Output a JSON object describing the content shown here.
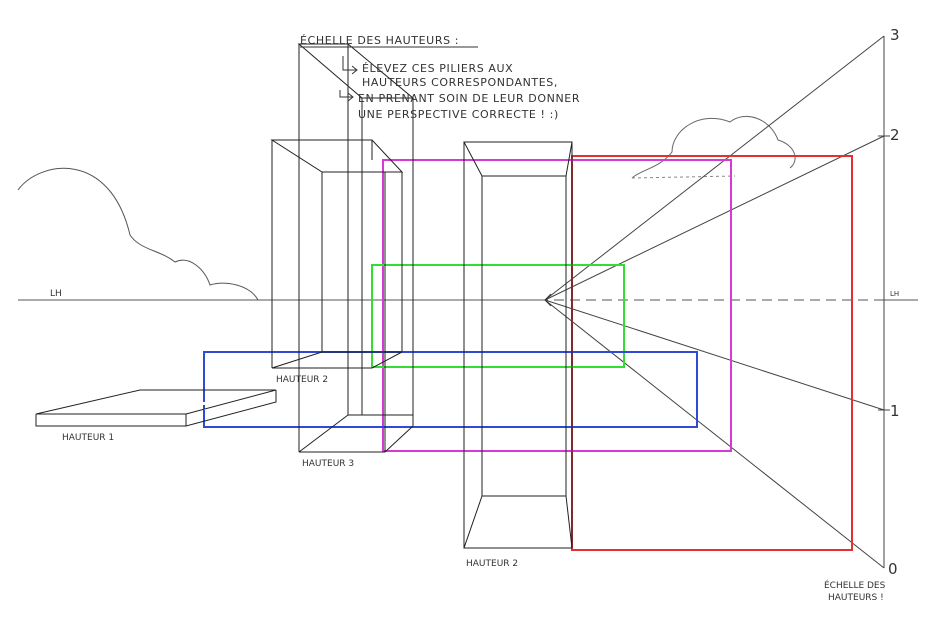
{
  "texts": {
    "title": "ÉCHELLE DES HAUTEURS :",
    "note_line1": "ÉLEVEZ CES PILIERS AUX",
    "note_line2": "HAUTEURS CORRESPONDANTES,",
    "note_line3": "EN PRENANT SOIN DE LEUR DONNER",
    "note_line4": "UNE PERSPECTIVE CORRECTE ! :)",
    "horizon_left": "LH",
    "horizon_right": "LH",
    "label_hauteur1": "HAUTEUR 1",
    "label_hauteur2_upper": "HAUTEUR 2",
    "label_hauteur3": "HAUTEUR 3",
    "label_hauteur2_lower": "HAUTEUR 2",
    "scale_caption_line1": "ÉCHELLE DES",
    "scale_caption_line2": "HAUTEURS !",
    "scale_0": "0",
    "scale_1": "1",
    "scale_2": "2",
    "scale_3": "3"
  },
  "colors": {
    "ink": "#222222",
    "red": "#e53030",
    "magenta": "#d63ad6",
    "green": "#33dd33",
    "blue": "#2e4ad6"
  }
}
